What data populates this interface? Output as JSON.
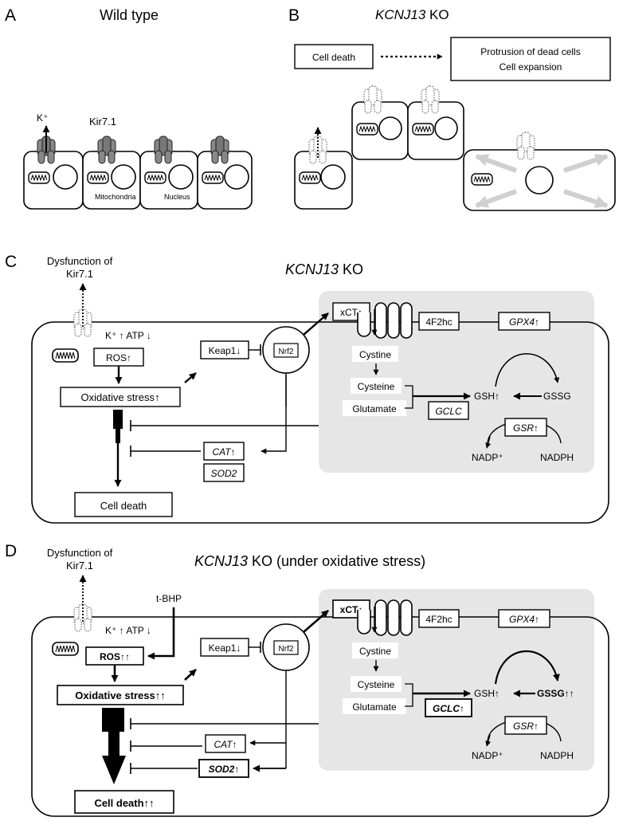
{
  "panelA": {
    "letter": "A",
    "title": "Wild type",
    "ion_label": "K⁺",
    "channel_label": "Kir7.1",
    "mito_label": "Mitochondria",
    "nucleus_label": "Nucleus"
  },
  "panelB": {
    "letter": "B",
    "title_gene": "KCNJ13",
    "title_rest": " KO",
    "cause": "Cell death",
    "effect_line1": "Protrusion of dead cells",
    "effect_line2": "Cell expansion"
  },
  "panelC": {
    "letter": "C",
    "title_gene": "KCNJ13",
    "title_rest": " KO",
    "dysfunction_line1": "Dysfunction of",
    "dysfunction_line2": "Kir7.1",
    "k_atp": "K⁺ ↑ ATP ↓",
    "ros": "ROS↑",
    "oxstress": "Oxidative stress↑",
    "celldeath": "Cell death",
    "keap1": "Keap1↓",
    "nrf2": "Nrf2",
    "cat": "CAT↑",
    "sod2": "SOD2",
    "xct": "xCT↑",
    "f2hc": "4F2hc",
    "gpx4": "GPX4↑",
    "cystine": "Cystine",
    "cysteine": "Cysteine",
    "glutamate": "Glutamate",
    "gclc": "GCLC",
    "gsh": "GSH↑",
    "gssg": "GSSG",
    "gsr": "GSR↑",
    "nadp": "NADP⁺",
    "nadph": "NADPH"
  },
  "panelD": {
    "letter": "D",
    "title_gene": "KCNJ13",
    "title_rest": " KO (under oxidative stress)",
    "dysfunction_line1": "Dysfunction of",
    "dysfunction_line2": "Kir7.1",
    "tbhp": "t-BHP",
    "k_atp": "K⁺ ↑ ATP ↓",
    "ros": "ROS↑↑",
    "oxstress": "Oxidative stress↑↑",
    "celldeath": "Cell death↑↑",
    "keap1": "Keap1↓",
    "nrf2": "Nrf2",
    "cat": "CAT↑",
    "sod2": "SOD2↑",
    "xct": "xCT↑",
    "f2hc": "4F2hc",
    "gpx4": "GPX4↑",
    "cystine": "Cystine",
    "cysteine": "Cysteine",
    "glutamate": "Glutamate",
    "gclc": "GCLC↑",
    "gsh": "GSH↑",
    "gssg": "GSSG↑↑",
    "gsr": "GSR↑",
    "nadp": "NADP⁺",
    "nadph": "NADPH"
  }
}
